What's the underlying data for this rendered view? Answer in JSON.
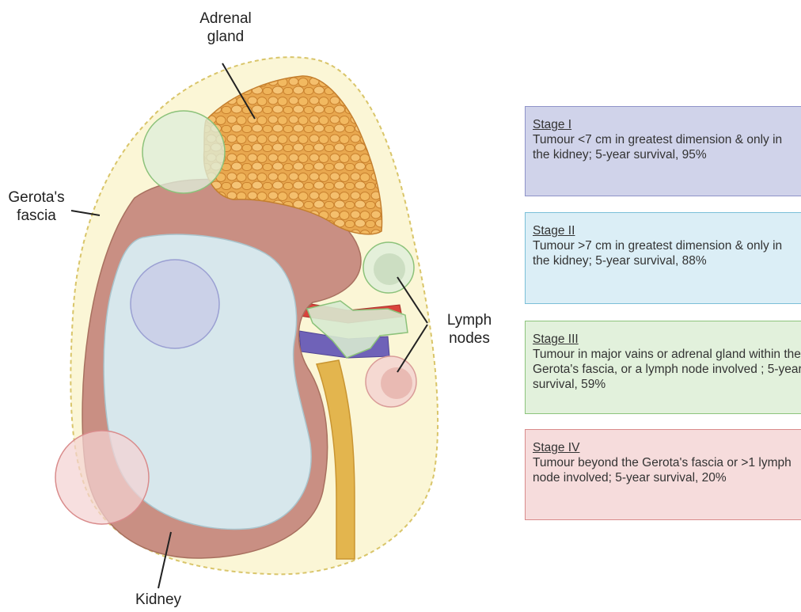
{
  "labels": {
    "adrenal_gland": "Adrenal\ngland",
    "gerotas_fascia": "Gerota's\nfascia",
    "lymph_nodes": "Lymph\nnodes",
    "kidney": "Kidney"
  },
  "stages": [
    {
      "title": "Stage I",
      "description": "Tumour <7 cm in greatest dimension & only in the kidney; 5-year survival, 95%",
      "fill": "#d0d3ea",
      "border": "#8e93c8"
    },
    {
      "title": "Stage II",
      "description": "Tumour >7 cm in greatest dimension & only in the kidney; 5-year survival, 88%",
      "fill": "#dbeef6",
      "border": "#7bbfd8"
    },
    {
      "title": "Stage III",
      "description": "Tumour in major vains or adrenal gland within the Gerota's fascia, or a lymph node involved ; 5-year survival, 59%",
      "fill": "#e2f1dc",
      "border": "#8dc47c"
    },
    {
      "title": "Stage IV",
      "description": "Tumour beyond the Gerota's fascia or >1 lymph node involved; 5-year survival, 20%",
      "fill": "#f6dcdc",
      "border": "#d98b8b"
    }
  ],
  "colors": {
    "fascia_fill": "#fbf6d6",
    "fascia_stroke": "#d9c56a",
    "kidney": "#c98f83",
    "kidney_dark": "#b87a6d",
    "pelvis": "#d7e7ec",
    "adrenal": "#e3a24a",
    "ureter": "#e3b54e",
    "artery": "#d9433c",
    "vein": "#6f62b8",
    "tumour_stage1": "#c9cce8",
    "tumour_stage2_lymph": "#dfeeda",
    "tumour_stage3_lymph": "#f3d4d1",
    "tumour_stage4": "#f4d3d2"
  }
}
